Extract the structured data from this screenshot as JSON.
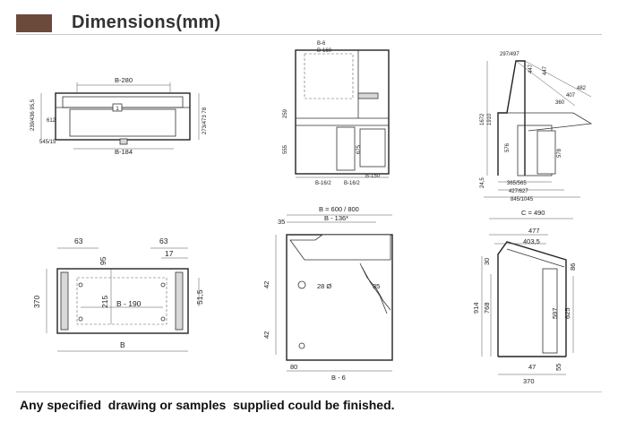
{
  "header": {
    "title": "Dimensions(mm)"
  },
  "footer": {
    "note": "Any specified  drawing or samples  supplied could be finished."
  },
  "drawings": {
    "front_top": {
      "width_label": "B-280",
      "bottom_label": "B-184",
      "left_label_1": "239/436 95,5",
      "left_label_2": "612",
      "right_label": "273/473 78",
      "small_label": "545/15",
      "marker": "1"
    },
    "side_top": {
      "top_labels": [
        "B-6",
        "B-160"
      ],
      "left_label_1": "259",
      "left_label_2": "555",
      "mid_label": "675",
      "bottom_labels": [
        "B-16/2",
        "B-16/2",
        "B-150"
      ]
    },
    "profile_top": {
      "labels": [
        "297/497",
        "447",
        "447",
        "407",
        "482",
        "360",
        "1672",
        "1910",
        "24,5",
        "365/565",
        "427/627",
        "845/1045",
        "576",
        "578"
      ]
    },
    "plan_bottom": {
      "top_left": "63",
      "top_right": "63",
      "right_top": "17",
      "mid_top": "95",
      "left": "370",
      "mid": "215",
      "inner": "B - 190",
      "right": "51,5",
      "bottom": "B"
    },
    "front_bottom": {
      "top": "B = 600 / 800",
      "top2": "B - 136*",
      "left_top": "35",
      "hole": "28 Ø",
      "right": "35",
      "left1": "42",
      "left2": "42",
      "bottom_left": "80",
      "bottom": "B - 6"
    },
    "side_bottom": {
      "top": "C = 490",
      "t1": "477",
      "t2": "403,5",
      "left1": "30",
      "right1": "86",
      "left2": "914",
      "left3": "768",
      "right2": "597",
      "right3": "625",
      "bottom1": "47",
      "bottom2": "55",
      "bottom3": "370"
    }
  }
}
